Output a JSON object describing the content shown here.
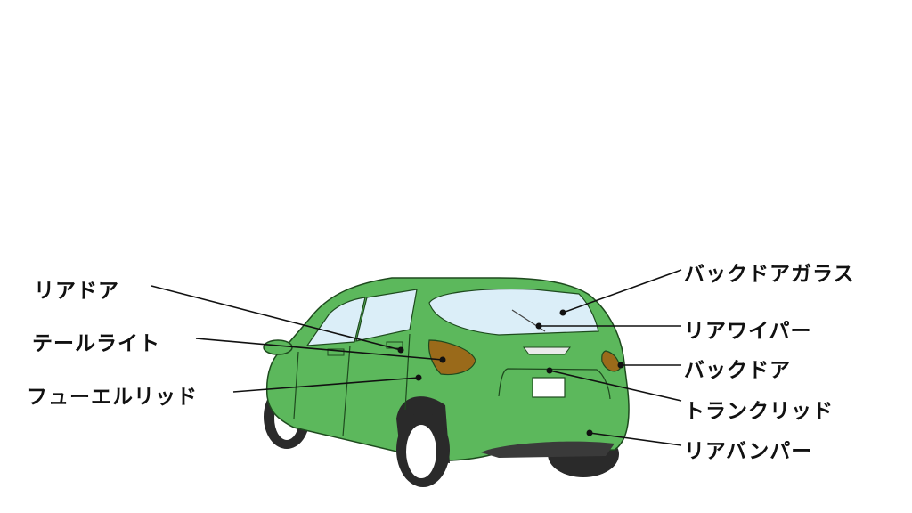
{
  "diagram": {
    "subject": "car-rear-parts",
    "colors": {
      "body": "#5cb85c",
      "outline": "#1e4a1e",
      "glass": "#dbeef8",
      "taillight": "#9a6a1a",
      "tire": "#2a2a2a",
      "bumper_dark": "#3a3a3a",
      "leader_line": "#111111"
    },
    "left_labels": [
      {
        "id": "rear-door",
        "text": "リアドア"
      },
      {
        "id": "tail-light",
        "text": "テールライト"
      },
      {
        "id": "fuel-lid",
        "text": "フューエルリッド"
      }
    ],
    "right_labels": [
      {
        "id": "back-door-glass",
        "text": "バックドアガラス"
      },
      {
        "id": "rear-wiper",
        "text": "リアワイパー"
      },
      {
        "id": "back-door",
        "text": "バックドア"
      },
      {
        "id": "trunk-lid",
        "text": "トランクリッド"
      },
      {
        "id": "rear-bumper",
        "text": "リアバンパー"
      }
    ]
  }
}
